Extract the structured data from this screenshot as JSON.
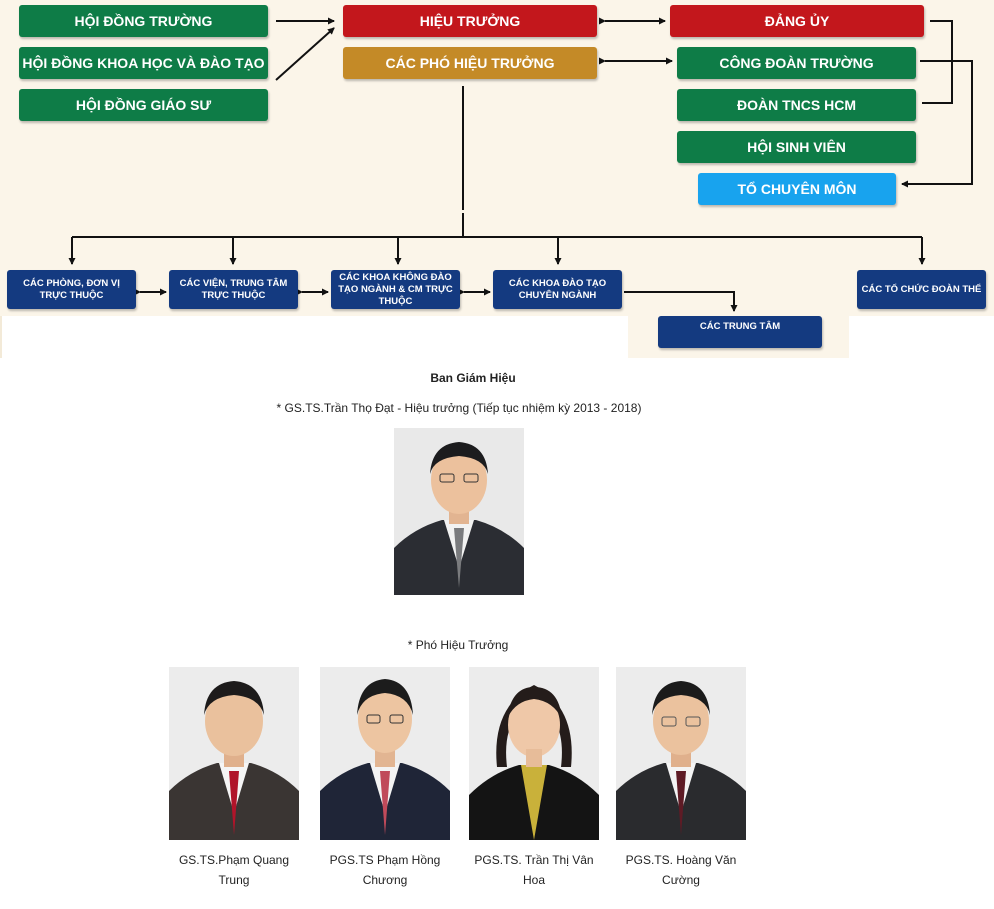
{
  "org_chart": {
    "councils": [
      "HỘI ĐỒNG TRƯỜNG",
      "HỘI ĐỒNG KHOA HỌC VÀ ĐÀO TẠO",
      "HỘI ĐỒNG GIÁO SƯ"
    ],
    "rector": "HIỆU TRƯỞNG",
    "vice_rectors": "CÁC PHÓ HIỆU TRƯỞNG",
    "party": "ĐẢNG ỦY",
    "organizations": [
      "CÔNG ĐOÀN TRƯỜNG",
      "ĐOÀN TNCS HCM",
      "HỘI SINH VIÊN"
    ],
    "departments_group": "TỔ CHUYÊN MÔN",
    "units": [
      "CÁC PHÒNG, ĐƠN VỊ TRỰC THUỘC",
      "CÁC VIỆN, TRUNG TÂM TRỰC THUỘC",
      "CÁC KHOA KHÔNG ĐÀO TẠO NGÀNH & CM TRỰC THUỘC",
      "CÁC KHOA ĐÀO TẠO CHUYÊN NGÀNH",
      "CÁC TỔ CHỨC ĐOÀN THỂ"
    ],
    "centers": "CÁC TRUNG TÂM",
    "colors": {
      "green": "#0e7c47",
      "red": "#c3171c",
      "gold": "#c48a27",
      "light_blue": "#18a3ee",
      "navy": "#143a80",
      "background": "#fbf5e9"
    }
  },
  "board": {
    "heading": "Ban Giám Hiệu",
    "rector_line": "*  GS.TS.Trần Thọ Đạt - Hiệu trưởng (Tiếp tục nhiệm kỳ 2013 - 2018)",
    "vice_heading": "* Phó Hiệu Trưởng",
    "vice_rectors": [
      {
        "name_line1": "GS.TS.Phạm Quang",
        "name_line2": "Trung"
      },
      {
        "name_line1": "PGS.TS Phạm Hồng",
        "name_line2": "Chương"
      },
      {
        "name_line1": "PGS.TS. Trần Thị Vân",
        "name_line2": "Hoa"
      },
      {
        "name_line1": "PGS.TS. Hoàng Văn",
        "name_line2": "Cường"
      }
    ]
  }
}
